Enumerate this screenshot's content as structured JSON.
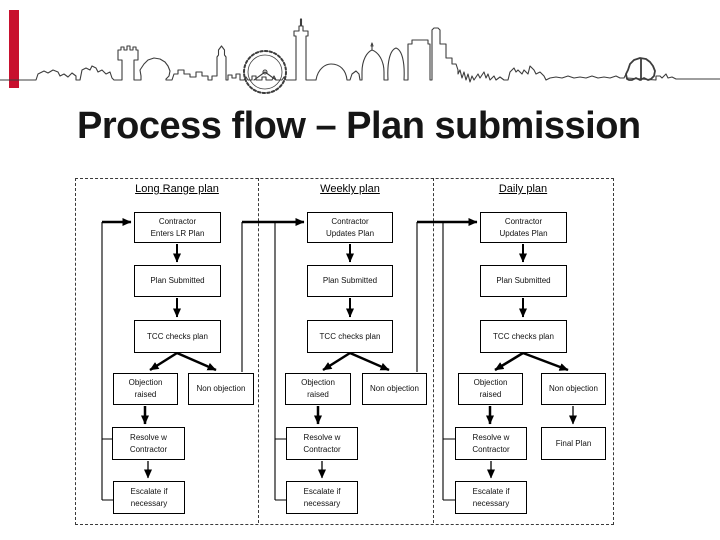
{
  "slide": {
    "title": "Process flow – Plan submission"
  },
  "accent": {
    "bar_color": "#c8102e",
    "line_color": "#3d3d3d"
  },
  "diagram": {
    "columns": [
      {
        "header": "Long Range plan",
        "boxes": [
          {
            "lines": [
              "Contractor",
              "Enters LR Plan"
            ]
          },
          {
            "lines": [
              "Plan Submitted"
            ]
          },
          {
            "lines": [
              "TCC checks plan"
            ]
          },
          {
            "lines": [
              "Objection",
              "raised"
            ]
          },
          {
            "lines": [
              "Non objection"
            ]
          },
          {
            "lines": [
              "Resolve w",
              "Contractor"
            ]
          },
          {
            "lines": [
              "Escalate if",
              "necessary"
            ]
          }
        ]
      },
      {
        "header": "Weekly plan",
        "boxes": [
          {
            "lines": [
              "Contractor",
              "Updates Plan"
            ]
          },
          {
            "lines": [
              "Plan Submitted"
            ]
          },
          {
            "lines": [
              "TCC checks plan"
            ]
          },
          {
            "lines": [
              "Objection",
              "raised"
            ]
          },
          {
            "lines": [
              "Non objection"
            ]
          },
          {
            "lines": [
              "Resolve w",
              "Contractor"
            ]
          },
          {
            "lines": [
              "Escalate if",
              "necessary"
            ]
          }
        ]
      },
      {
        "header": "Daily plan",
        "boxes": [
          {
            "lines": [
              "Contractor",
              "Updates Plan"
            ]
          },
          {
            "lines": [
              "Plan Submitted"
            ]
          },
          {
            "lines": [
              "TCC checks plan"
            ]
          },
          {
            "lines": [
              "Objection",
              "raised"
            ]
          },
          {
            "lines": [
              "Non objection"
            ]
          },
          {
            "lines": [
              "Resolve w",
              "Contractor"
            ]
          },
          {
            "lines": [
              "Escalate if",
              "necessary"
            ]
          },
          {
            "lines": [
              "Final Plan"
            ]
          }
        ]
      }
    ]
  }
}
